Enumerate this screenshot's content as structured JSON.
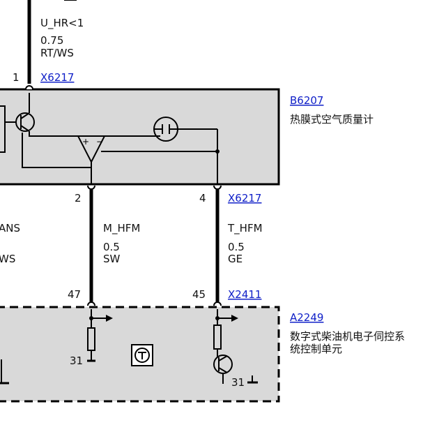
{
  "top_wire": {
    "signal": "U_HR<1",
    "gauge": "0.75",
    "color": "RT/WS",
    "pin": "1",
    "connector": "X6217"
  },
  "sensor": {
    "id": "B6207",
    "name": "热膜式空气质量计"
  },
  "mid_connector": {
    "id": "X6217",
    "pin_left": "2",
    "pin_right": "4"
  },
  "left_partial": {
    "signal_tail": "ANS",
    "color_tail": "WS"
  },
  "wire_center": {
    "signal": "M_HFM",
    "gauge": "0.5",
    "color": "SW"
  },
  "wire_right": {
    "signal": "T_HFM",
    "gauge": "0.5",
    "color": "GE"
  },
  "bottom_connector": {
    "id": "X2411",
    "pin_left": "47",
    "pin_right": "45"
  },
  "ecu": {
    "id": "A2249",
    "name_line1": "数字式柴油机电子伺控系",
    "name_line2": "统控制单元",
    "ground_left": "31",
    "ground_right": "31"
  }
}
